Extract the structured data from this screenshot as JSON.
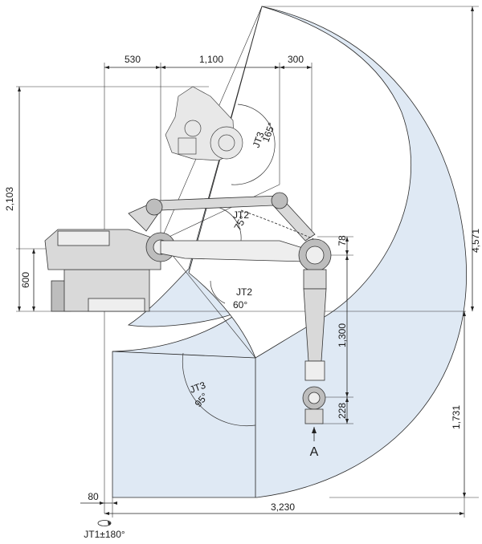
{
  "dimensions": {
    "top": [
      "530",
      "1,100",
      "300"
    ],
    "left_height_total": "2,103",
    "left_height_base": "600",
    "right_height_total": "4,571",
    "right_height_lower": "1,731",
    "wrist_offset": "78",
    "arm_drop": "1,300",
    "tool_length": "228",
    "bottom_offset": "80",
    "bottom_reach": "3,230"
  },
  "joints": {
    "jt3_upper_name": "JT3",
    "jt3_upper_angle": "165°",
    "jt2_upper_name": "JT2",
    "jt2_upper_angle": "75°",
    "jt2_lower_name": "JT2",
    "jt2_lower_angle": "60°",
    "jt3_lower_name": "JT3",
    "jt3_lower_angle": "95°",
    "jt1": "JT1±180°"
  },
  "view_label": "A"
}
